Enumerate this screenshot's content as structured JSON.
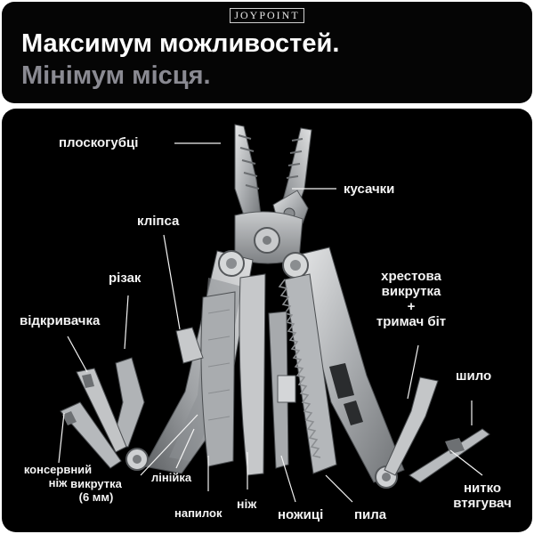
{
  "brand": "JOYPOINT",
  "headline": {
    "line1": "Максимум можливостей.",
    "line2": "Мінімум місця."
  },
  "labels": {
    "pliers": "плоскогубці",
    "cutters": "кусачки",
    "clip": "кліпса",
    "cutter_small": "різак",
    "opener": "відкривачка",
    "phillips_line1": "хрестова",
    "phillips_line2": "викрутка",
    "phillips_plus": "+",
    "phillips_line3": "тримач біт",
    "awl": "шило",
    "can_knife_line1": "консервний",
    "can_knife_line2": "ніж",
    "screwdriver_line1": "викрутка",
    "screwdriver_line2": "(6 мм)",
    "ruler": "лінійка",
    "file": "напилок",
    "knife": "ніж",
    "scissors": "ножиці",
    "saw": "пила",
    "threader_line1": "нитко",
    "threader_line2": "втягувач"
  },
  "colors": {
    "top_background": "#050505",
    "main_background": "#000000",
    "headline_primary": "#ffffff",
    "headline_secondary": "#8a8a92",
    "steel": "#b9bcbf"
  }
}
